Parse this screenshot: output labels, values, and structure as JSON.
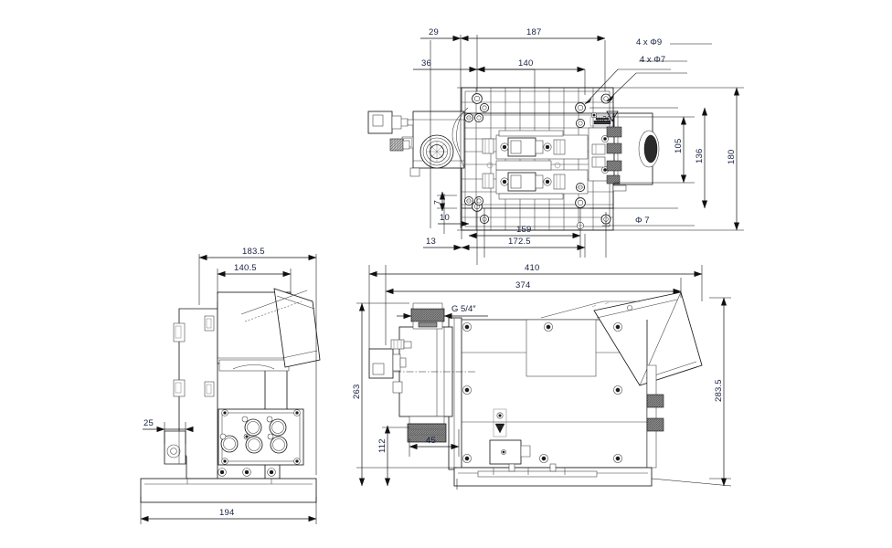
{
  "drawing": {
    "title": "Dosing pump assembly — orthographic dimension drawing",
    "background_color": "#ffffff",
    "line_color": "#1a1a1a",
    "dimension_text_color": "#16213f",
    "units": "mm"
  },
  "views": {
    "top": {
      "name": "top-view",
      "dimensions": {
        "d29": "29",
        "d187": "187",
        "d36": "36",
        "d140": "140",
        "d7": "7",
        "d10": "10",
        "d13": "13",
        "d159": "159",
        "d1725": "172.5",
        "d105": "105",
        "d136": "136",
        "d180": "180"
      },
      "notes": {
        "holes_9": "4 x Φ9",
        "holes_7": "4 x Φ7",
        "dia_7": "Φ 7"
      }
    },
    "front_left": {
      "name": "left-end-view",
      "dimensions": {
        "d1835": "183.5",
        "d1405": "140.5",
        "d25": "25",
        "d194": "194"
      }
    },
    "side_right": {
      "name": "side-view",
      "dimensions": {
        "d410": "410",
        "d374": "374",
        "d263": "263",
        "d112": "112",
        "d45": "45",
        "d2835": "283.5"
      },
      "notes": {
        "thread": "G 5/4″"
      }
    }
  }
}
